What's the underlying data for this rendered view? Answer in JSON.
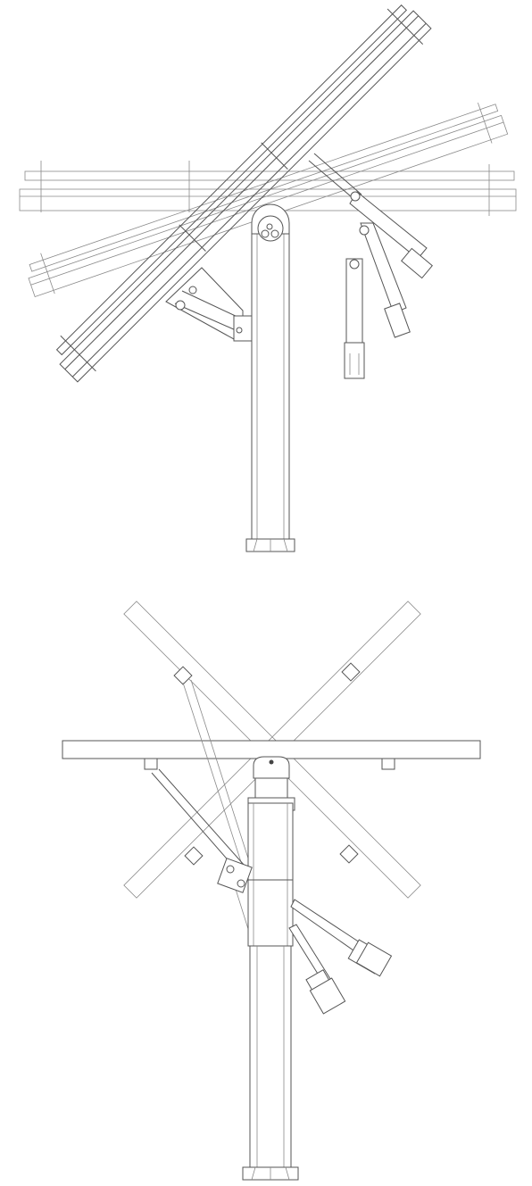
{
  "figure": {
    "views": [
      {
        "id": "side-view",
        "description_visible": ""
      },
      {
        "id": "front-view",
        "description_visible": ""
      }
    ],
    "colors": {
      "line": "#555555",
      "light_line": "#8a8a8a",
      "background": "#ffffff"
    },
    "icon_names": [
      "dual-axis-tracker-side-elevation",
      "dual-axis-tracker-front-elevation"
    ]
  }
}
